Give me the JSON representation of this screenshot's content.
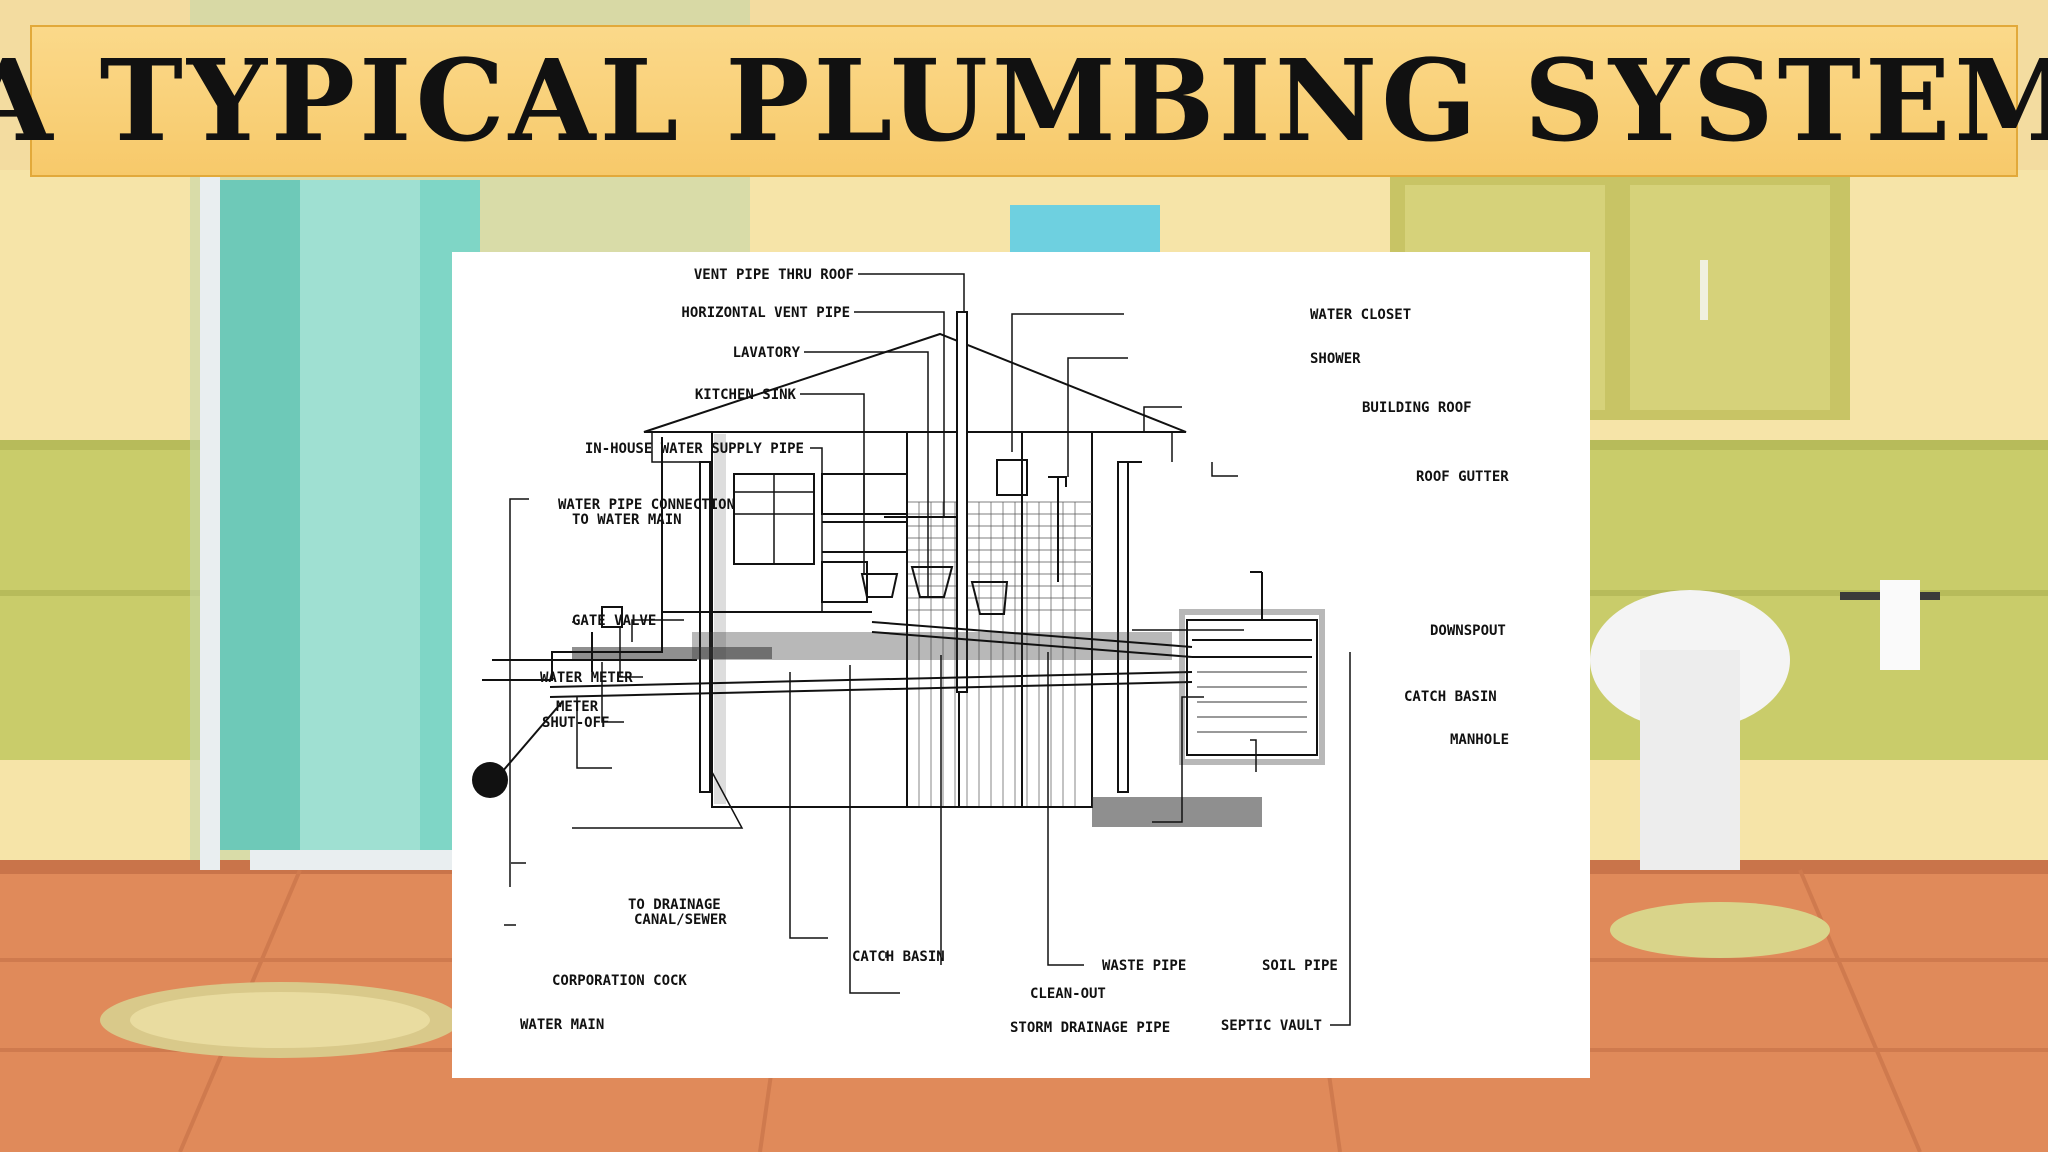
{
  "slide": {
    "title": "A TYPICAL PLUMBING SYSTEM"
  },
  "colors": {
    "banner": "#f9d27b",
    "banner_border": "#e2a93a",
    "wall": "#f6e4a8",
    "floor": "#e08a5a",
    "wainscot": "#c9cc6a",
    "glass": "#7fd6c6"
  },
  "diagram": {
    "labels": {
      "vent_pipe_thru_roof": "VENT PIPE THRU ROOF",
      "horizontal_vent_pipe": "HORIZONTAL VENT PIPE",
      "lavatory": "LAVATORY",
      "kitchen_sink": "KITCHEN SINK",
      "in_house_supply": "IN-HOUSE WATER SUPPLY PIPE",
      "water_pipe_connection_1": "WATER PIPE CONNECTION",
      "water_pipe_connection_2": "TO WATER MAIN",
      "gate_valve": "GATE VALVE",
      "water_meter": "WATER METER",
      "meter_shutoff_1": "METER",
      "meter_shutoff_2": "SHUT-OFF",
      "to_drainage_1": "TO DRAINAGE",
      "to_drainage_2": "CANAL/SEWER",
      "corporation_cock": "CORPORATION COCK",
      "water_main": "WATER MAIN",
      "catch_basin_low": "CATCH BASIN",
      "clean_out": "CLEAN-OUT",
      "storm_drainage": "STORM DRAINAGE PIPE",
      "waste_pipe": "WASTE PIPE",
      "soil_pipe": "SOIL PIPE",
      "septic_vault": "SEPTIC VAULT",
      "water_closet": "WATER CLOSET",
      "shower": "SHOWER",
      "building_roof": "BUILDING ROOF",
      "roof_gutter": "ROOF GUTTER",
      "downspout": "DOWNSPOUT",
      "catch_basin_high": "CATCH BASIN",
      "manhole": "MANHOLE"
    }
  }
}
